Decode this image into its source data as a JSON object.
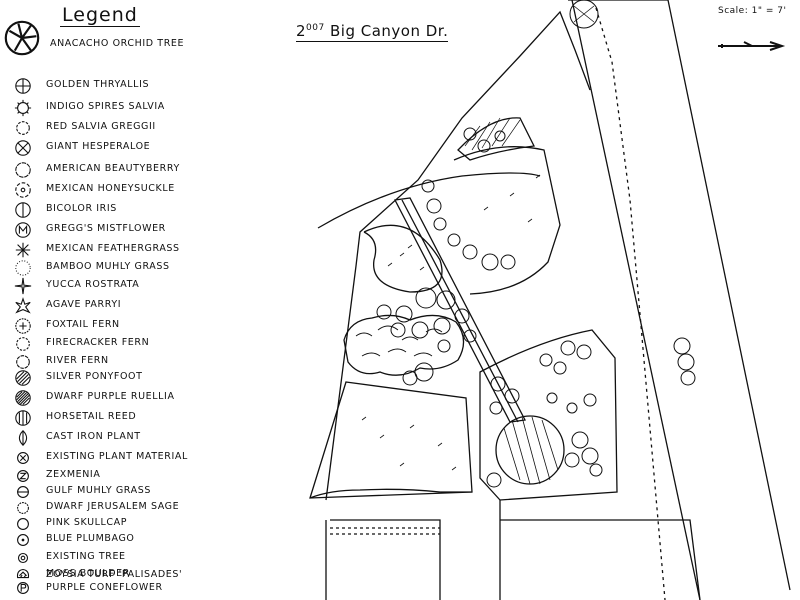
{
  "legend_title": "Legend",
  "site_title_main": "2",
  "site_title_sup": "007",
  "site_title_rest": " Big Canyon Dr.",
  "scale_text": "Scale: 1\" = 7'",
  "legend": [
    {
      "label": "Anacacho Orchid Tree",
      "icon": "large-tree-icon"
    },
    {
      "label": "Golden Thryallis",
      "icon": "cross-circle-icon"
    },
    {
      "label": "Indigo Spires Salvia",
      "icon": "spiky-circle-icon"
    },
    {
      "label": "Red Salvia Greggii",
      "icon": "scalloped-circle-icon"
    },
    {
      "label": "Giant Hesperaloe",
      "icon": "x-circle-icon"
    },
    {
      "label": "American Beautyberry",
      "icon": "lobed-circle-icon"
    },
    {
      "label": "Mexican Honeysuckle",
      "icon": "wavy-circle-icon"
    },
    {
      "label": "Bicolor Iris",
      "icon": "split-circle-icon"
    },
    {
      "label": "Gregg's Mistflower",
      "icon": "m-circle-icon"
    },
    {
      "label": "Mexican Feathergrass",
      "icon": "starburst-icon"
    },
    {
      "label": "Bamboo Muhly Grass",
      "icon": "dotted-circle-icon"
    },
    {
      "label": "Yucca Rostrata",
      "icon": "spike-star-icon"
    },
    {
      "label": "Agave Parryi",
      "icon": "agave-icon"
    },
    {
      "label": "Foxtail Fern",
      "icon": "fern-icon"
    },
    {
      "label": "Firecracker Fern",
      "icon": "gear-circle-icon"
    },
    {
      "label": "River Fern",
      "icon": "small-lobed-icon"
    },
    {
      "label": "Silver Ponyfoot",
      "icon": "hatched-circle-icon"
    },
    {
      "label": "Dwarf Purple Ruellia",
      "icon": "dense-hatch-icon"
    },
    {
      "label": "Horsetail Reed",
      "icon": "vertical-lines-icon"
    },
    {
      "label": "Cast Iron Plant",
      "icon": "leaf-icon"
    },
    {
      "label": "Existing Plant Material",
      "icon": "small-x-circle-icon"
    },
    {
      "label": "Zexmenia",
      "icon": "z-circle-icon"
    },
    {
      "label": "Gulf Muhly Grass",
      "icon": "bar-circle-icon"
    },
    {
      "label": "Dwarf Jerusalem Sage",
      "icon": "small-scallop-icon"
    },
    {
      "label": "Pink Skullcap",
      "icon": "ring-icon"
    },
    {
      "label": "Blue Plumbago",
      "icon": "dot-ring-icon"
    },
    {
      "label": "Existing Tree",
      "icon": "concentric-icon"
    },
    {
      "label": "Zoysia Turf 'Palisades'",
      "icon": "turf-tick-icon"
    },
    {
      "label": "Moss Boulder",
      "icon": "boulder-icon"
    },
    {
      "label": "Purple Coneflower",
      "icon": "p-circle-icon"
    }
  ]
}
